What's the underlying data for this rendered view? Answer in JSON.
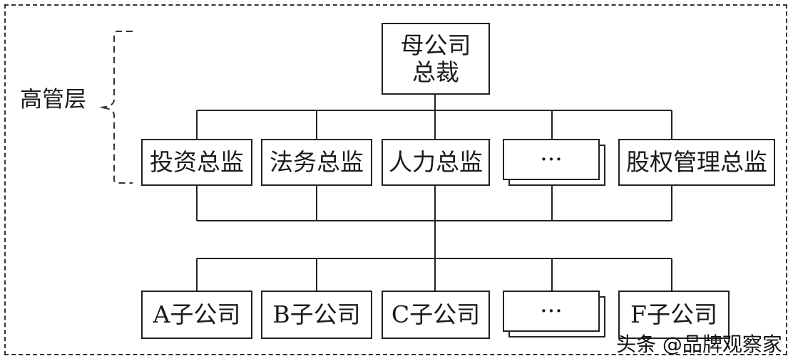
{
  "side_label": "高管层",
  "top": {
    "line1": "母公司",
    "line2": "总裁"
  },
  "management": [
    "投资总监",
    "法务总监",
    "人力总监",
    "···",
    "股权管理总监"
  ],
  "subsidiaries": [
    "A子公司",
    "B子公司",
    "C子公司",
    "···",
    "F子公司"
  ],
  "watermark": "头条 @品牌观察家"
}
